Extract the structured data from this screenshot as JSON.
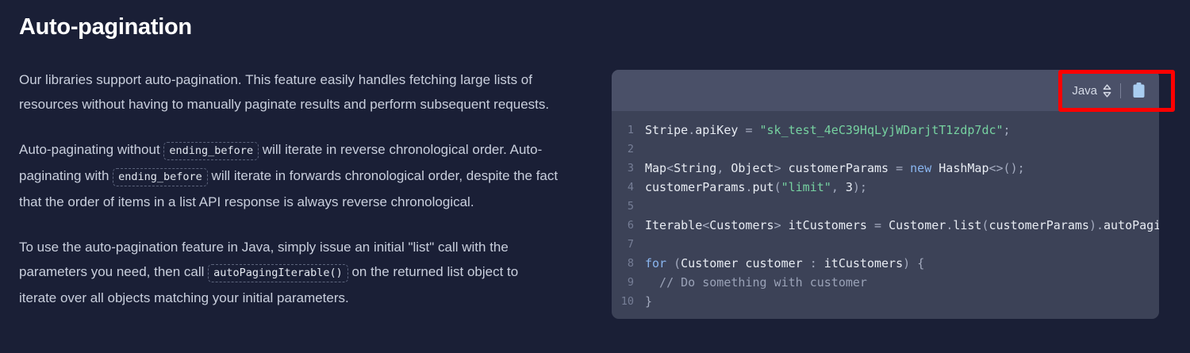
{
  "page": {
    "background_color": "#1a1f36",
    "title": "Auto-pagination"
  },
  "prose": {
    "paragraph1": {
      "text": "Our libraries support auto-pagination. This feature easily handles fetching large lists of resources without having to manually paginate results and perform subsequent requests."
    },
    "paragraph2": {
      "part1": "Auto-paginating without ",
      "chip1": "ending_before",
      "part2": " will iterate in reverse chronological order. Auto-paginating with ",
      "chip2": "ending_before",
      "part3": " will iterate in forwards chronological order, despite the fact that the order of items in a list API response is always reverse chronological."
    },
    "paragraph3": {
      "part1": "To use the auto-pagination feature in Java, simply issue an initial \"list\" call with the parameters you need, then call ",
      "chip1": "autoPagingIterable()",
      "part2": " on the returned list object to iterate over all objects matching your initial parameters."
    }
  },
  "code_block": {
    "header": {
      "language_label": "Java",
      "chevron_icon": "chevron-up-down-icon",
      "copy_icon": "clipboard-icon",
      "divider": "|"
    },
    "background_color": "#3c4257",
    "header_color": "#4a5068",
    "colors": {
      "string": "#76d1a0",
      "keyword": "#8ab6f0",
      "plain": "#e8ecf3",
      "punctuation": "#a4abbf",
      "comment": "#9aa2b7",
      "line_number": "#767e96"
    },
    "lines": [
      {
        "number": "1",
        "tokens": [
          {
            "t": "Stripe",
            "c": "plain"
          },
          {
            "t": ".",
            "c": "punc"
          },
          {
            "t": "apiKey ",
            "c": "plain"
          },
          {
            "t": "= ",
            "c": "punc"
          },
          {
            "t": "\"sk_test_4eC39HqLyjWDarjtT1zdp7dc\"",
            "c": "str"
          },
          {
            "t": ";",
            "c": "punc"
          }
        ]
      },
      {
        "number": "2",
        "tokens": []
      },
      {
        "number": "3",
        "tokens": [
          {
            "t": "Map",
            "c": "plain"
          },
          {
            "t": "<",
            "c": "punc"
          },
          {
            "t": "String",
            "c": "plain"
          },
          {
            "t": ", ",
            "c": "punc"
          },
          {
            "t": "Object",
            "c": "plain"
          },
          {
            "t": "> ",
            "c": "punc"
          },
          {
            "t": "customerParams ",
            "c": "plain"
          },
          {
            "t": "= ",
            "c": "punc"
          },
          {
            "t": "new ",
            "c": "kw"
          },
          {
            "t": "HashMap",
            "c": "plain"
          },
          {
            "t": "<>();",
            "c": "punc"
          }
        ]
      },
      {
        "number": "4",
        "tokens": [
          {
            "t": "customerParams",
            "c": "plain"
          },
          {
            "t": ".",
            "c": "punc"
          },
          {
            "t": "put",
            "c": "plain"
          },
          {
            "t": "(",
            "c": "punc"
          },
          {
            "t": "\"limit\"",
            "c": "str"
          },
          {
            "t": ", ",
            "c": "punc"
          },
          {
            "t": "3",
            "c": "num"
          },
          {
            "t": ");",
            "c": "punc"
          }
        ]
      },
      {
        "number": "5",
        "tokens": []
      },
      {
        "number": "6",
        "tokens": [
          {
            "t": "Iterable",
            "c": "plain"
          },
          {
            "t": "<",
            "c": "punc"
          },
          {
            "t": "Customers",
            "c": "plain"
          },
          {
            "t": "> ",
            "c": "punc"
          },
          {
            "t": "itCustomers ",
            "c": "plain"
          },
          {
            "t": "= ",
            "c": "punc"
          },
          {
            "t": "Customer",
            "c": "plain"
          },
          {
            "t": ".",
            "c": "punc"
          },
          {
            "t": "list",
            "c": "plain"
          },
          {
            "t": "(",
            "c": "punc"
          },
          {
            "t": "customerParams",
            "c": "plain"
          },
          {
            "t": ")",
            "c": "punc"
          },
          {
            "t": ".",
            "c": "punc"
          },
          {
            "t": "autoPagingIterable();",
            "c": "plain"
          }
        ]
      },
      {
        "number": "7",
        "tokens": []
      },
      {
        "number": "8",
        "tokens": [
          {
            "t": "for ",
            "c": "kw"
          },
          {
            "t": "(",
            "c": "punc"
          },
          {
            "t": "Customer customer ",
            "c": "plain"
          },
          {
            "t": ": ",
            "c": "punc"
          },
          {
            "t": "itCustomers",
            "c": "plain"
          },
          {
            "t": ") ",
            "c": "punc"
          },
          {
            "t": "{",
            "c": "punc"
          }
        ]
      },
      {
        "number": "9",
        "tokens": [
          {
            "t": "  // Do something with customer",
            "c": "com"
          }
        ]
      },
      {
        "number": "10",
        "tokens": [
          {
            "t": "}",
            "c": "punc"
          }
        ]
      }
    ]
  },
  "annotation": {
    "highlight_color": "#ff0000",
    "target": "language-selector-and-copy-button"
  }
}
